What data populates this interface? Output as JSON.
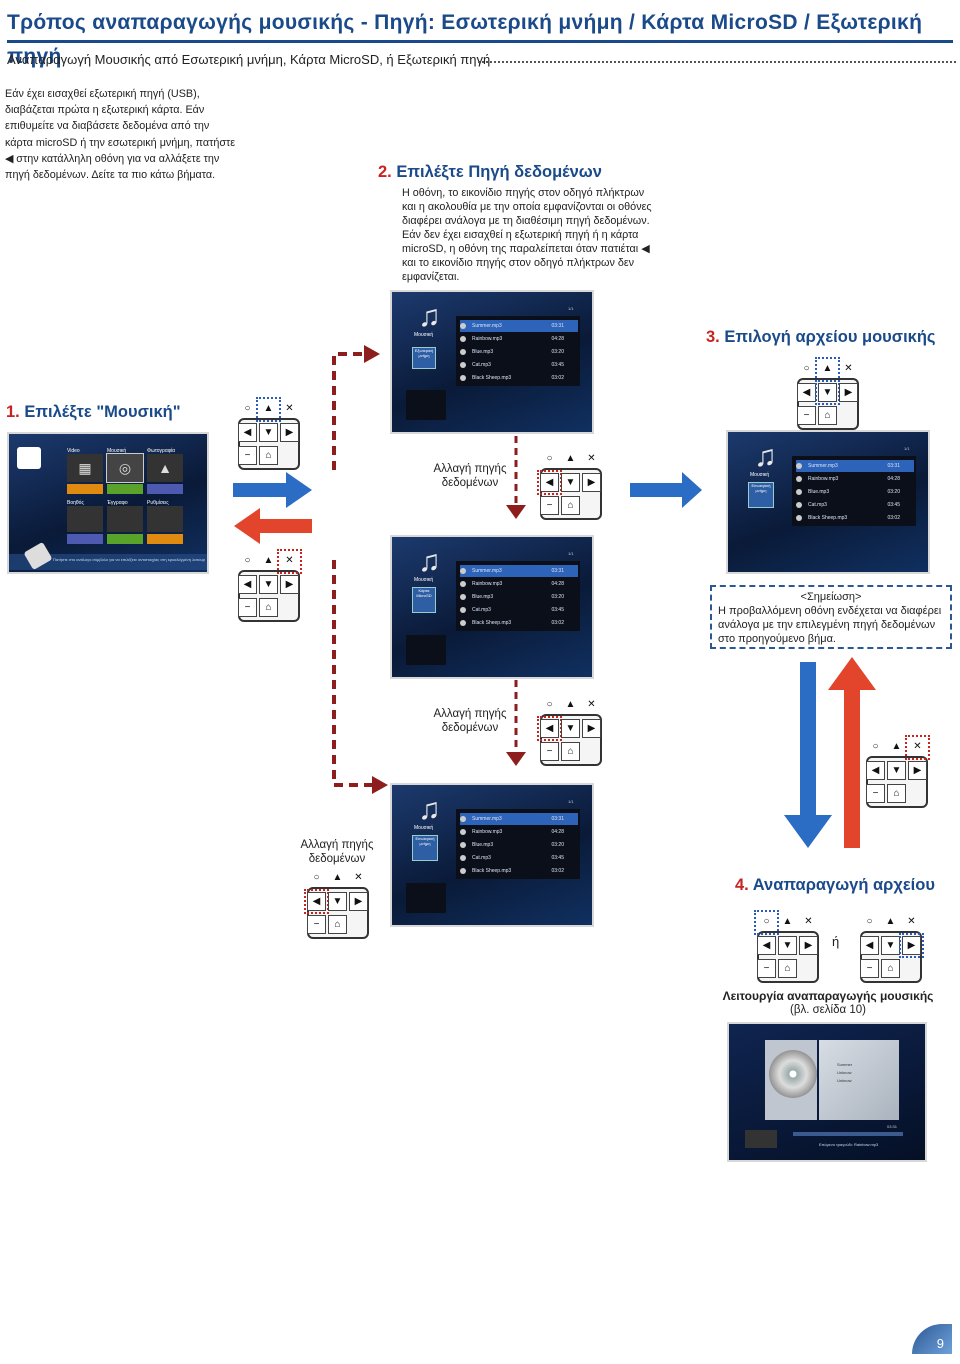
{
  "header": {
    "title": "Τρόπος αναπαραγωγής μουσικής - Πηγή: Εσωτερική μνήμη / Κάρτα MicroSD / Εξωτερική πηγή",
    "subtitle": "Αναπαραγωγή Μουσικής από Εσωτερική μνήμη, Κάρτα MicroSD, ή Εξωτερική πηγή"
  },
  "intro": "Εάν έχει εισαχθεί εξωτερική πηγή (USB), διαβάζεται πρώτα η εξωτερική κάρτα. Εάν επιθυμείτε να διαβάσετε δεδομένα από την κάρτα microSD ή την εσωτερική μνήμη, πατήστε ◀ στην κατάλληλη οθόνη για να αλλάξετε την πηγή δεδομένων. Δείτε τα πιο κάτω βήματα.",
  "step1": {
    "num": "1.",
    "label": "Επιλέξτε \"Μουσική\""
  },
  "step2": {
    "num": "2.",
    "label": "Επιλέξτε Πηγή δεδομένων",
    "body": "Η οθόνη, το εικονίδιο πηγής στον οδηγό πλήκτρων και η ακολουθία με την οποία εμφανίζονται οι οθόνες διαφέρει ανάλογα με τη διαθέσιμη πηγή δεδομένων. Εάν δεν έχει εισαχθεί η εξωτερική πηγή ή η κάρτα microSD, η οθόνη της παραλείπεται όταν πατιέται ◀ και το εικονίδιο πηγής στον οδηγό πλήκτρων δεν εμφανίζεται."
  },
  "step3": {
    "num": "3.",
    "label": "Επιλογή αρχείου μουσικής"
  },
  "step4": {
    "num": "4.",
    "label": "Αναπαραγωγή αρχείου",
    "or": "ή"
  },
  "change_source": "Αλλαγή πηγής δεδομένων",
  "note": {
    "title": "<Σημείωση>",
    "text": "Η προβαλλόμενη οθόνη ενδέχεται να διαφέρει ανάλογα με την επιλεγμένη πηγή δεδομένων στο προηγούμενο βήμα."
  },
  "playback": {
    "title": "Λειτουργία αναπαραγωγής μουσικής",
    "ref": "(βλ. σελίδα 10)"
  },
  "menu_screen": {
    "items": [
      "Video",
      "Μουσική",
      "Φωτογραφία",
      "Βοηθός",
      "Έγγραφο",
      "Ρυθμίσεις"
    ],
    "hint": "Πατήστε στο ανάλογο σύμβολο για να επιλέξετε αντιστοιχίας στη κρυαλόγμένη λειτουργία"
  },
  "music_screen": {
    "title": "Μουσική",
    "source_labels": [
      "Εξωτερική μνήμη",
      "Κάρτα MicroSD",
      "Εσωτερική μνήμη"
    ],
    "tracks": [
      {
        "name": "Summer.mp3",
        "time": "03:31"
      },
      {
        "name": "Rainbow.mp3",
        "time": "04:28"
      },
      {
        "name": "Blue.mp3",
        "time": "03:20"
      },
      {
        "name": "Cat.mp3",
        "time": "03:45"
      },
      {
        "name": "Black Sheep.mp3",
        "time": "03:02"
      }
    ],
    "page": "1/1"
  },
  "play_screen": {
    "info": [
      "Summer",
      "Unknow",
      "Unknow"
    ],
    "time": "03:31",
    "status": "Επόμενο τραγούδι: Rainbow.mp3"
  },
  "page_number": "9",
  "colors": {
    "accent": "#1a4a8a",
    "red": "#c8231f",
    "arrow_blue": "#2b5bb8",
    "arrow_red": "#e2442c"
  }
}
